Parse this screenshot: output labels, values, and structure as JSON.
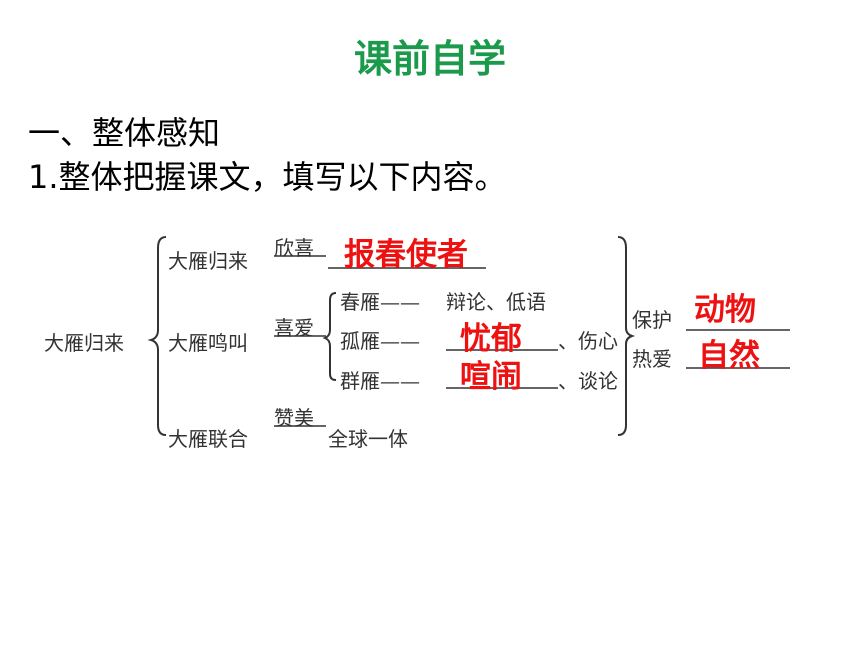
{
  "title": "课前自学",
  "heading1": "一、整体感知",
  "heading2": "1.整体把握课文，填写以下内容。",
  "diagram": {
    "root": "大雁归来",
    "branch1": {
      "label": "大雁归来",
      "over": "欣喜",
      "answer": "报春使者"
    },
    "branch2": {
      "label": "大雁鸣叫",
      "over": "喜爱",
      "sub1": {
        "label": "春雁——",
        "text": "辩论、低语"
      },
      "sub2": {
        "label": "孤雁——",
        "answer": "忧郁",
        "suffix": "、伤心"
      },
      "sub3": {
        "label": "群雁——",
        "answer": "喧闹",
        "suffix": "、谈论"
      }
    },
    "branch3": {
      "label": "大雁联合",
      "over": "赞美",
      "after": "全球一体"
    },
    "right": {
      "protect": "保护",
      "protect_answer": "动物",
      "love": "热爱",
      "love_answer": "自然"
    }
  },
  "colors": {
    "title": "#1a9a4a",
    "answer": "#ee1111"
  }
}
